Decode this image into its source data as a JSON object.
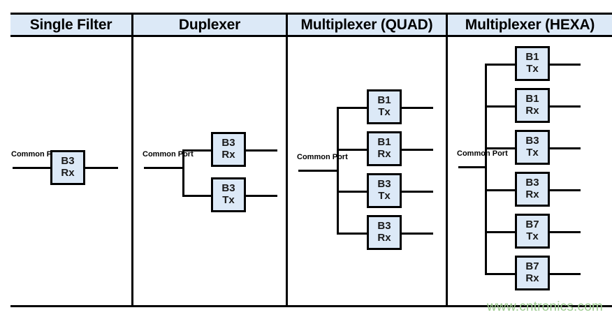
{
  "figure": {
    "title_row": {
      "columns": [
        {
          "label": "Single Filter"
        },
        {
          "label": "Duplexer"
        },
        {
          "label": "Multiplexer (QUAD)"
        },
        {
          "label": "Multiplexer (HEXA)"
        }
      ]
    },
    "common_port_label_line1": "Common",
    "common_port_label_line2": "Port",
    "columns": [
      {
        "name": "single-filter",
        "port_label": "Common Port",
        "filters": [
          {
            "band": "B3",
            "direction": "Rx"
          }
        ]
      },
      {
        "name": "duplexer",
        "port_label": "Common Port",
        "filters": [
          {
            "band": "B3",
            "direction": "Rx"
          },
          {
            "band": "B3",
            "direction": "Tx"
          }
        ]
      },
      {
        "name": "multiplexer-quad",
        "port_label": "Common Port",
        "filters": [
          {
            "band": "B1",
            "direction": "Tx"
          },
          {
            "band": "B1",
            "direction": "Rx"
          },
          {
            "band": "B3",
            "direction": "Tx"
          },
          {
            "band": "B3",
            "direction": "Rx"
          }
        ]
      },
      {
        "name": "multiplexer-hexa",
        "port_label": "Common Port",
        "filters": [
          {
            "band": "B1",
            "direction": "Tx"
          },
          {
            "band": "B1",
            "direction": "Rx"
          },
          {
            "band": "B3",
            "direction": "Tx"
          },
          {
            "band": "B3",
            "direction": "Rx"
          },
          {
            "band": "B7",
            "direction": "Tx"
          },
          {
            "band": "B7",
            "direction": "Rx"
          }
        ]
      }
    ],
    "watermark": "www.cntronics.com",
    "colors": {
      "box_fill": "#dce9f7",
      "header_fill": "#dce9f7",
      "line": "#000000",
      "watermark": "#9ccb8f"
    }
  }
}
